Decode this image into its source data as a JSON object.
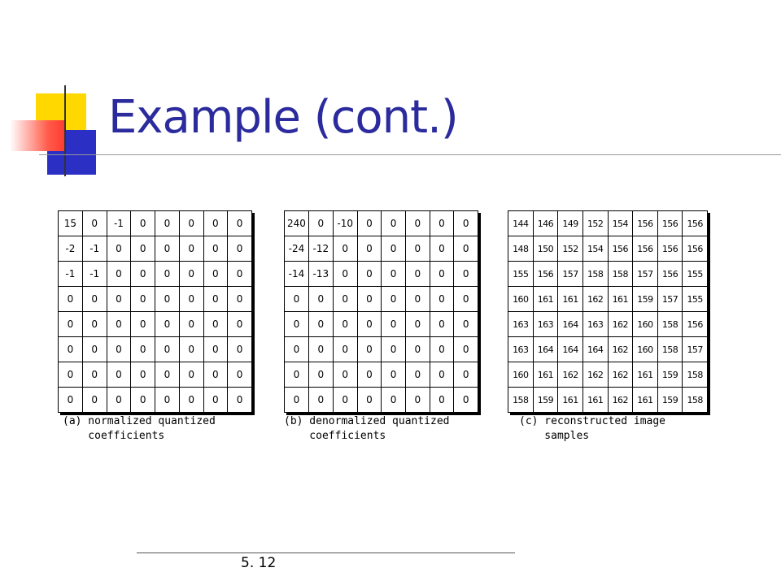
{
  "slide": {
    "title": "Example (cont.)",
    "page_number": "5. 12"
  },
  "tables": {
    "a": {
      "caption_line1": "(a) normalized quantized",
      "caption_line2": "    coefficients",
      "rows": [
        [
          "15",
          "0",
          "-1",
          "0",
          "0",
          "0",
          "0",
          "0"
        ],
        [
          "-2",
          "-1",
          "0",
          "0",
          "0",
          "0",
          "0",
          "0"
        ],
        [
          "-1",
          "-1",
          "0",
          "0",
          "0",
          "0",
          "0",
          "0"
        ],
        [
          "0",
          "0",
          "0",
          "0",
          "0",
          "0",
          "0",
          "0"
        ],
        [
          "0",
          "0",
          "0",
          "0",
          "0",
          "0",
          "0",
          "0"
        ],
        [
          "0",
          "0",
          "0",
          "0",
          "0",
          "0",
          "0",
          "0"
        ],
        [
          "0",
          "0",
          "0",
          "0",
          "0",
          "0",
          "0",
          "0"
        ],
        [
          "0",
          "0",
          "0",
          "0",
          "0",
          "0",
          "0",
          "0"
        ]
      ]
    },
    "b": {
      "caption_line1": "(b) denormalized quantized",
      "caption_line2": "    coefficients",
      "rows": [
        [
          "240",
          "0",
          "-10",
          "0",
          "0",
          "0",
          "0",
          "0"
        ],
        [
          "-24",
          "-12",
          "0",
          "0",
          "0",
          "0",
          "0",
          "0"
        ],
        [
          "-14",
          "-13",
          "0",
          "0",
          "0",
          "0",
          "0",
          "0"
        ],
        [
          "0",
          "0",
          "0",
          "0",
          "0",
          "0",
          "0",
          "0"
        ],
        [
          "0",
          "0",
          "0",
          "0",
          "0",
          "0",
          "0",
          "0"
        ],
        [
          "0",
          "0",
          "0",
          "0",
          "0",
          "0",
          "0",
          "0"
        ],
        [
          "0",
          "0",
          "0",
          "0",
          "0",
          "0",
          "0",
          "0"
        ],
        [
          "0",
          "0",
          "0",
          "0",
          "0",
          "0",
          "0",
          "0"
        ]
      ]
    },
    "c": {
      "caption_line1": "(c) reconstructed image",
      "caption_line2": "    samples",
      "rows": [
        [
          "144",
          "146",
          "149",
          "152",
          "154",
          "156",
          "156",
          "156"
        ],
        [
          "148",
          "150",
          "152",
          "154",
          "156",
          "156",
          "156",
          "156"
        ],
        [
          "155",
          "156",
          "157",
          "158",
          "158",
          "157",
          "156",
          "155"
        ],
        [
          "160",
          "161",
          "161",
          "162",
          "161",
          "159",
          "157",
          "155"
        ],
        [
          "163",
          "163",
          "164",
          "163",
          "162",
          "160",
          "158",
          "156"
        ],
        [
          "163",
          "164",
          "164",
          "164",
          "162",
          "160",
          "158",
          "157"
        ],
        [
          "160",
          "161",
          "162",
          "162",
          "162",
          "161",
          "159",
          "158"
        ],
        [
          "158",
          "159",
          "161",
          "161",
          "162",
          "161",
          "159",
          "158"
        ]
      ]
    }
  },
  "colors": {
    "title": "#2b2b9e",
    "deco_yellow": "#ffd800",
    "deco_blue": "#2b2fc4",
    "deco_red": "#ff3b30"
  }
}
